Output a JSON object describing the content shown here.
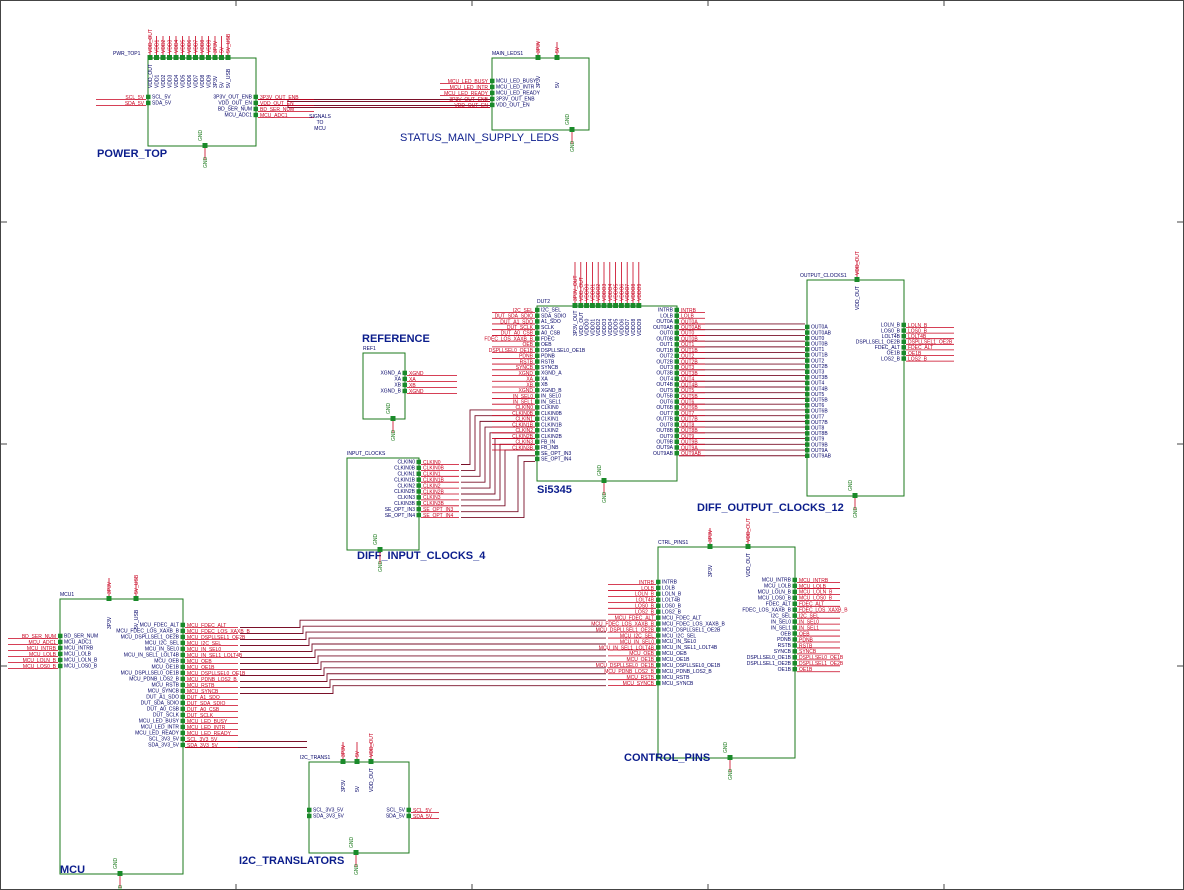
{
  "sheet": {
    "frame_color": "#444444",
    "wire_color": "#7a1029",
    "net_color": "#c8001e",
    "block_color": "#1b7a1b",
    "text_color": "#0b1d8c"
  },
  "blocks": [
    {
      "id": "power_top",
      "refdes": "PWR_TOP1",
      "title": "POWER_TOP",
      "top_pins": [
        "VDD_OUT",
        "VDD1",
        "VDD2",
        "VDD3",
        "VDD4",
        "VDD5",
        "VDD6",
        "VDD7",
        "VDD8",
        "VDD9",
        "3P3V",
        "5V",
        "5V_USB"
      ],
      "left": [
        [
          "SCL_5V",
          "SCL_5V"
        ],
        [
          "SDA_5V",
          "SDA_5V"
        ]
      ],
      "right": [
        [
          "3P3V_OUT_ENB",
          "3P3V_OUT_ENB"
        ],
        [
          "VDD_OUT_EN",
          "VDD_OUT_EN"
        ],
        [
          "BD_SER_NUM",
          "BD_SER_NUM"
        ],
        [
          "MCU_ADC1",
          "MCU_ADC1"
        ]
      ],
      "gnd": "GND",
      "note": [
        "SIGNALS",
        "TO",
        "MCU"
      ]
    },
    {
      "id": "status_leds",
      "refdes": "MAIN_LEDS1",
      "title": "STATUS_MAIN_SUPPLY_LEDS",
      "top_pins": [
        "3P3V",
        "5V"
      ],
      "left": [
        [
          "MCU_LED_BUSY",
          "MCU_LED_BUSY"
        ],
        [
          "MCU_LED_INTR",
          "MCU_LED_INTR"
        ],
        [
          "MCU_LED_READY",
          "MCU_LED_READY"
        ],
        [
          "3P3V_OUT_ENB",
          "3P3V_OUT_ENB"
        ],
        [
          "VDD_OUT_EN",
          "VDD_OUT_EN"
        ]
      ],
      "right": [],
      "gnd": "GND"
    },
    {
      "id": "reference",
      "refdes": "REF1",
      "title": "REFERENCE",
      "top_pins": [],
      "left": [],
      "right": [
        [
          "XGND_A",
          "XGND"
        ],
        [
          "XA",
          "XA"
        ],
        [
          "XB",
          "XB"
        ],
        [
          "XGND_B",
          "XGND"
        ]
      ],
      "gnd": "GND"
    },
    {
      "id": "si5345",
      "refdes": "DUT2",
      "title": "Si5345",
      "top_pins": [
        "3P3V_OUT",
        "VDD_OUT",
        "VDDO0",
        "VDDO1",
        "VDDO2",
        "VDDO3",
        "VDDO4",
        "VDDO5",
        "VDDO6",
        "VDDO7",
        "VDDO8",
        "VDDO9"
      ],
      "left": [
        [
          "I2C_SEL",
          "I2C_SEL"
        ],
        [
          "SDA_SDIO",
          "DUT_SDA_SDIO"
        ],
        [
          "A1_SDO",
          "DUT_A1_SDO"
        ],
        [
          "SCLK",
          "DUT_SCLK"
        ],
        [
          "A0_CSB",
          "DUT_A0_CSB"
        ],
        [
          "FDEC",
          "FDEC_LOS_XAXB_B"
        ],
        [
          "OEB",
          "OEB"
        ],
        [
          "DSPLLSEL0_OE1B",
          "DSPLLSEL0_OE1B"
        ],
        [
          "PDNB",
          "PDNB"
        ],
        [
          "RSTB",
          "RSTB"
        ],
        [
          "SYNCB",
          "SYNCB"
        ],
        [
          "XGND_A",
          "XGND"
        ],
        [
          "XA",
          "XA"
        ],
        [
          "XB",
          "XB"
        ],
        [
          "XGND_B",
          "XGND"
        ],
        [
          "IN_SEL0",
          "IN_SEL0"
        ],
        [
          "IN_SEL1",
          "IN_SEL1"
        ],
        [
          "CLKIN0",
          "CLKIN0"
        ],
        [
          "CLKIN0B",
          "CLKIN0B"
        ],
        [
          "CLKIN1",
          "CLKIN1"
        ],
        [
          "CLKIN1B",
          "CLKIN1B"
        ],
        [
          "CLKIN2",
          "CLKIN2"
        ],
        [
          "CLKIN2B",
          "CLKIN2B"
        ],
        [
          "FB_IN",
          "CLKIN3"
        ],
        [
          "FB_INB",
          "CLKIN3B"
        ],
        [
          "SE_OPT_IN3",
          ""
        ],
        [
          "SE_OPT_IN4",
          ""
        ]
      ],
      "right": [
        [
          "INTRB",
          "INTRB"
        ],
        [
          "LOLB",
          "LOLB"
        ],
        [
          "OUT0A",
          "OUT0A"
        ],
        [
          "OUT0AB",
          "OUT0AB"
        ],
        [
          "OUT0",
          "OUT0"
        ],
        [
          "OUT0B",
          "OUT0B"
        ],
        [
          "OUT1",
          "OUT1"
        ],
        [
          "OUT1B",
          "OUT1B"
        ],
        [
          "OUT2",
          "OUT2"
        ],
        [
          "OUT2B",
          "OUT2B"
        ],
        [
          "OUT3",
          "OUT3"
        ],
        [
          "OUT3B",
          "OUT3B"
        ],
        [
          "OUT4",
          "OUT4"
        ],
        [
          "OUT4B",
          "OUT4B"
        ],
        [
          "OUT5",
          "OUT5"
        ],
        [
          "OUT5B",
          "OUT5B"
        ],
        [
          "OUT6",
          "OUT6"
        ],
        [
          "OUT6B",
          "OUT6B"
        ],
        [
          "OUT7",
          "OUT7"
        ],
        [
          "OUT7B",
          "OUT7B"
        ],
        [
          "OUT8",
          "OUT8"
        ],
        [
          "OUT8B",
          "OUT8B"
        ],
        [
          "OUT9",
          "OUT9"
        ],
        [
          "OUT9B",
          "OUT9B"
        ],
        [
          "OUT9A",
          "OUT9A"
        ],
        [
          "OUT9AB",
          "OUT9AB"
        ]
      ],
      "gnd": "GND"
    },
    {
      "id": "diff_output",
      "refdes": "OUTPUT_CLOCKS1",
      "title": "DIFF_OUTPUT_CLOCKS_12",
      "top_pins": [
        "VDD_OUT"
      ],
      "left": [
        [
          "OUT0A",
          ""
        ],
        [
          "OUT0AB",
          ""
        ],
        [
          "OUT0",
          ""
        ],
        [
          "OUT0B",
          ""
        ],
        [
          "OUT1",
          ""
        ],
        [
          "OUT1B",
          ""
        ],
        [
          "OUT2",
          ""
        ],
        [
          "OUT2B",
          ""
        ],
        [
          "OUT3",
          ""
        ],
        [
          "OUT3B",
          ""
        ],
        [
          "OUT4",
          ""
        ],
        [
          "OUT4B",
          ""
        ],
        [
          "OUT5",
          ""
        ],
        [
          "OUT5B",
          ""
        ],
        [
          "OUT6",
          ""
        ],
        [
          "OUT6B",
          ""
        ],
        [
          "OUT7",
          ""
        ],
        [
          "OUT7B",
          ""
        ],
        [
          "OUT8",
          ""
        ],
        [
          "OUT8B",
          ""
        ],
        [
          "OUT9",
          ""
        ],
        [
          "OUT9B",
          ""
        ],
        [
          "OUT9A",
          ""
        ],
        [
          "OUT9AB",
          ""
        ]
      ],
      "right": [
        [
          "LOLN_B",
          "LOLN_B"
        ],
        [
          "LOS0_B",
          "LOS0_B"
        ],
        [
          "LOLT4B",
          "LOLT4B"
        ],
        [
          "DSPLLSEL1_OE2B",
          "DSPLLSEL1_OE2B"
        ],
        [
          "FDEC_ALT",
          "FDEC_ALT"
        ],
        [
          "OE1B",
          "OE1B"
        ],
        [
          "LOS2_B",
          "LOS2_B"
        ]
      ],
      "gnd": "GND"
    },
    {
      "id": "diff_input",
      "refdes": "INPUT_CLOCKS",
      "title": "DIFF_INPUT_CLOCKS_4",
      "top_pins": [],
      "left": [],
      "right": [
        [
          "CLKIN0",
          "CLKIN0"
        ],
        [
          "CLKIN0B",
          "CLKIN0B"
        ],
        [
          "CLKIN1",
          "CLKIN1"
        ],
        [
          "CLKIN1B",
          "CLKIN1B"
        ],
        [
          "CLKIN2",
          "CLKIN2"
        ],
        [
          "CLKIN2B",
          "CLKIN2B"
        ],
        [
          "CLKIN3",
          "CLKIN3"
        ],
        [
          "CLKIN3B",
          "CLKIN3B"
        ],
        [
          "SE_OPT_IN3",
          "SE_OPT_IN3"
        ],
        [
          "SE_OPT_IN4",
          "SE_OPT_IN4"
        ]
      ],
      "gnd": "GND"
    },
    {
      "id": "control_pins",
      "refdes": "CTRL_PINS1",
      "title": "CONTROL_PINS",
      "top_pins": [
        "3P3V",
        "VDD_OUT"
      ],
      "left": [
        [
          "INTRB",
          "INTRB"
        ],
        [
          "LOLB",
          "LOLB"
        ],
        [
          "LOLN_B",
          "LOLN_B"
        ],
        [
          "LOLT4B",
          "LOLT4B"
        ],
        [
          "LOS0_B",
          "LOS0_B"
        ],
        [
          "LOS2_B",
          "LOS2_B"
        ],
        [
          "MCU_FDEC_ALT",
          "MCU_FDEC_ALT"
        ],
        [
          "MCU_FDEC_LOS_XAXB_B",
          "MCU_FDEC_LOS_XAXB_B"
        ],
        [
          "MCU_DSPLLSEL1_OE2B",
          "MCU_DSPLLSEL1_OE2B"
        ],
        [
          "MCU_I2C_SEL",
          "MCU_I2C_SEL"
        ],
        [
          "MCU_IN_SEL0",
          "MCU_IN_SEL0"
        ],
        [
          "MCU_IN_SEL1_LOLT4B",
          "MCU_IN_SEL1_LOLT4B"
        ],
        [
          "MCU_OEB",
          "MCU_OEB"
        ],
        [
          "MCU_OE1B",
          "MCU_OE1B"
        ],
        [
          "MCU_DSPLLSEL0_OE1B",
          "MCU_DSPLLSEL0_OE1B"
        ],
        [
          "MCU_PDNB_LOS2_B",
          "MCU_PDNB_LOS2_B"
        ],
        [
          "MCU_RSTB",
          "MCU_RSTB"
        ],
        [
          "MCU_SYNCB",
          "MCU_SYNCB"
        ]
      ],
      "right": [
        [
          "MCU_INTRB",
          "MCU_INTRB"
        ],
        [
          "MCU_LOLB",
          "MCU_LOLB"
        ],
        [
          "MCU_LOLN_B",
          "MCU_LOLN_B"
        ],
        [
          "MCU_LOS0_B",
          "MCU_LOS0_B"
        ],
        [
          "FDEC_ALT",
          "FDEC_ALT"
        ],
        [
          "FDEC_LOS_XAXB_B",
          "FDEC_LOS_XAXB_B"
        ],
        [
          "I2C_SEL",
          "I2C_SEL"
        ],
        [
          "IN_SEL0",
          "IN_SEL0"
        ],
        [
          "IN_SEL1",
          "IN_SEL1"
        ],
        [
          "OEB",
          "OEB"
        ],
        [
          "PDNB",
          "PDNB"
        ],
        [
          "RSTB",
          "RSTB"
        ],
        [
          "SYNCB",
          "SYNCB"
        ],
        [
          "DSPLLSEL0_OE1B",
          "DSPLLSEL0_OE1B"
        ],
        [
          "DSPLLSEL1_OE2B",
          "DSPLLSEL1_OE2B"
        ],
        [
          "OE1B",
          "OE1B"
        ]
      ],
      "gnd": "GND"
    },
    {
      "id": "mcu",
      "refdes": "MCU1",
      "title": "MCU",
      "top_pins": [
        "3P3V",
        "5V_USB"
      ],
      "left": [
        [
          "BD_SER_NUM",
          "BD_SER_NUM"
        ],
        [
          "MCU_ADC1",
          "MCU_ADC1"
        ],
        [
          "MCU_INTRB",
          "MCU_INTRB"
        ],
        [
          "MCU_LOLB",
          "MCU_LOLB"
        ],
        [
          "MCU_LOLN_B",
          "MCU_LOLN_B"
        ],
        [
          "MCU_LOS0_B",
          "MCU_LOS0_B"
        ]
      ],
      "right": [
        [
          "MCU_FDEC_ALT",
          "MCU_FDEC_ALT"
        ],
        [
          "MCU_FDEC_LOS_XAXB_B",
          "MCU_FDEC_LOS_XAXB_B"
        ],
        [
          "MCU_DSPLLSEL1_OE2B",
          "MCU_DSPLLSEL1_OE2B"
        ],
        [
          "MCU_I2C_SEL",
          "MCU_I2C_SEL"
        ],
        [
          "MCU_IN_SEL0",
          "MCU_IN_SEL0"
        ],
        [
          "MCU_IN_SEL1_LOLT4B",
          "MCU_IN_SEL1_LOLT4B"
        ],
        [
          "MCU_OEB",
          "MCU_OEB"
        ],
        [
          "MCU_OE1B",
          "MCU_OE1B"
        ],
        [
          "MCU_DSPLLSEL0_OE1B",
          "MCU_DSPLLSEL0_OE1B"
        ],
        [
          "MCU_PDNB_LOS2_B",
          "MCU_PDNB_LOS2_B"
        ],
        [
          "MCU_RSTB",
          "MCU_RSTB"
        ],
        [
          "MCU_SYNCB",
          "MCU_SYNCB"
        ],
        [
          "DUT_A1_SDO",
          "DUT_A1_SDO"
        ],
        [
          "DUT_SDA_SDIO",
          "DUT_SDA_SDIO"
        ],
        [
          "DUT_A0_CSB",
          "DUT_A0_CSB"
        ],
        [
          "DUT_SCLK",
          "DUT_SCLK"
        ],
        [
          "MCU_LED_BUSY",
          "MCU_LED_BUSY"
        ],
        [
          "MCU_LED_INTR",
          "MCU_LED_INTR"
        ],
        [
          "MCU_LED_READY",
          "MCU_LED_READY"
        ],
        [
          "SCL_3V3_5V",
          "SCL_3V3_5V"
        ],
        [
          "SDA_3V3_5V",
          "SDA_3V3_5V"
        ]
      ],
      "gnd": "GND"
    },
    {
      "id": "i2c",
      "refdes": "I2C_TRANS1",
      "title": "I2C_TRANSLATORS",
      "top_pins": [
        "3P3V",
        "5V",
        "VDD_OUT"
      ],
      "left": [
        [
          "SCL_3V3_5V",
          ""
        ],
        [
          "SDA_3V3_5V",
          ""
        ]
      ],
      "right": [
        [
          "SCL_5V",
          "SCL_5V"
        ],
        [
          "SDA_5V",
          "SDA_5V"
        ]
      ],
      "gnd": "GND"
    }
  ]
}
